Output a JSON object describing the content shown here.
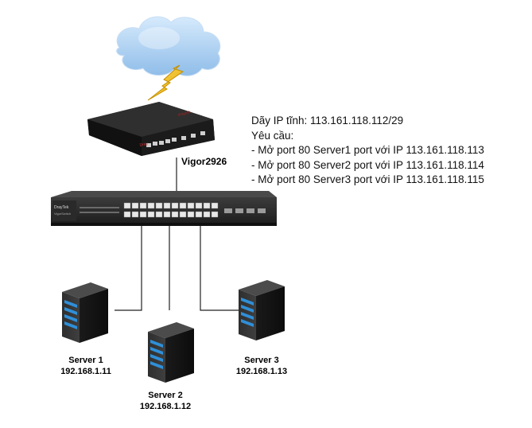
{
  "router": {
    "label": "Vigor2926"
  },
  "requirements": {
    "ip_range": "Dãy IP tĩnh: 113.161.118.112/29",
    "heading": "Yêu cầu:",
    "items": [
      "- Mở port 80 Server1 port với IP 113.161.118.113",
      "- Mở port 80 Server2 port với IP 113.161.118.114",
      "- Mở port 80 Server3 port với IP 113.161.118.115"
    ]
  },
  "servers": [
    {
      "name": "Server 1",
      "ip": "192.168.1.11"
    },
    {
      "name": "Server 2",
      "ip": "192.168.1.12"
    },
    {
      "name": "Server 3",
      "ip": "192.168.1.13"
    }
  ],
  "colors": {
    "cloud": "#a9cdf0",
    "lightning": "#f3c200",
    "device_body": "#262626",
    "server_light": "#2f8fd8",
    "cable": "#222222"
  }
}
